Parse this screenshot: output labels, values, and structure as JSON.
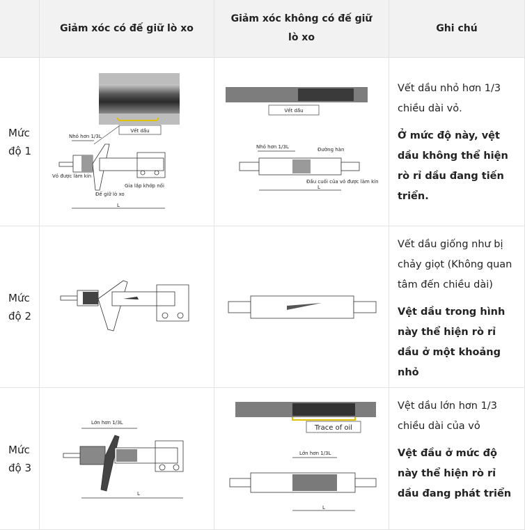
{
  "header": {
    "col_with_seat": "Giảm xóc có đế giữ lò xo",
    "col_without_seat": "Giảm xóc không có đế giữ lò xo",
    "col_notes": "Ghi chú"
  },
  "rows": [
    {
      "level": "Mức độ 1",
      "fig_with": {
        "photo_label": "Vết dầu",
        "dim_top": "Nhỏ hơn 1/3L",
        "label_shell": "Vỏ được làm kín",
        "label_seat": "Đế giữ lò xo",
        "label_mount": "Gia lắp khớp nối",
        "dim_L": "L"
      },
      "fig_without": {
        "photo_label": "Vết dầu",
        "dim_top": "Nhỏ hơn 1/3L",
        "label_weld": "Đường hàn",
        "label_end": "Đầu cuối của vỏ được làm kín",
        "dim_L": "L"
      },
      "note_plain": "Vết dầu nhỏ hơn 1/3 chiều dài vỏ.",
      "note_bold": "Ở mức độ này, vệt dầu không thể hiện rò rỉ dầu đang tiến triển."
    },
    {
      "level": "Mức độ 2",
      "note_plain": "Vết dầu giống như bị chảy giọt (Không quan tâm đến chiều dài)",
      "note_bold": "Vệt dầu trong hình này thể hiện rò rỉ dầu ở một khoảng nhỏ"
    },
    {
      "level": "Mức độ 3",
      "fig_with": {
        "dim_top": "Lớn hơn 1/3L",
        "dim_L": "L"
      },
      "fig_without": {
        "photo_label": "Trace of oil",
        "dim_top": "Lớn hơn 1/3L",
        "dim_L": "L"
      },
      "note_plain": "Vệt dầu lớn hơn 1/3 chiều dài của vỏ",
      "note_bold": "Vệt đầu ở mức độ này thể hiện rò rỉ dầu đang phát triển"
    }
  ]
}
